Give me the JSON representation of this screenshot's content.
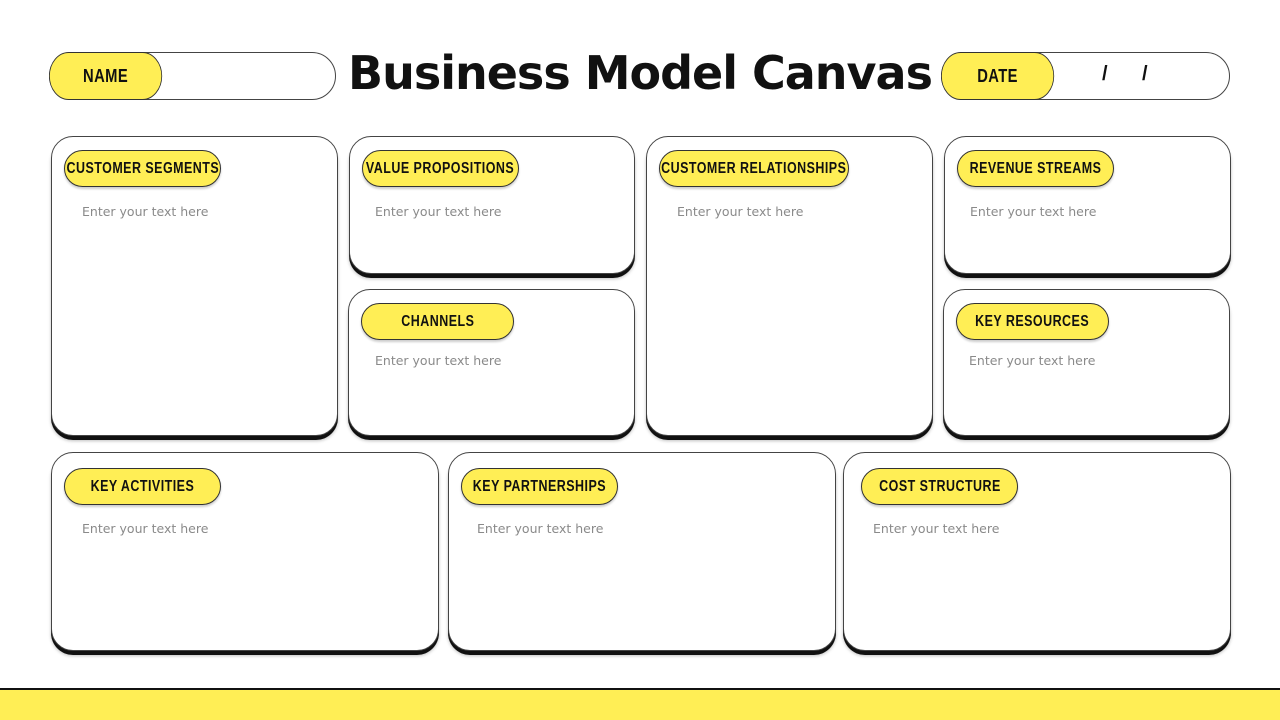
{
  "header": {
    "title": "Business Model Canvas",
    "name_label": "NAME",
    "name_value": "",
    "date_label": "DATE",
    "date_separators": [
      "/",
      "/"
    ]
  },
  "colors": {
    "accent_yellow": "#ffee55",
    "border": "#444444",
    "text": "#111111",
    "placeholder": "#8a8a8a"
  },
  "sections": [
    {
      "id": "customer-segments",
      "label": "CUSTOMER SEGMENTS",
      "placeholder": "Enter your text here"
    },
    {
      "id": "value-propositions",
      "label": "VALUE PROPOSITIONS",
      "placeholder": "Enter your text here"
    },
    {
      "id": "channels",
      "label": "CHANNELS",
      "placeholder": "Enter your text here"
    },
    {
      "id": "customer-relationships",
      "label": "CUSTOMER RELATIONSHIPS",
      "placeholder": "Enter your text here"
    },
    {
      "id": "revenue-streams",
      "label": "REVENUE STREAMS",
      "placeholder": "Enter your text here"
    },
    {
      "id": "key-resources",
      "label": "KEY RESOURCES",
      "placeholder": "Enter your text here"
    },
    {
      "id": "key-activities",
      "label": "KEY ACTIVITIES",
      "placeholder": "Enter your text here"
    },
    {
      "id": "key-partnerships",
      "label": "KEY PARTNERSHIPS",
      "placeholder": "Enter your text here"
    },
    {
      "id": "cost-structure",
      "label": "COST STRUCTURE",
      "placeholder": "Enter your text here"
    }
  ]
}
